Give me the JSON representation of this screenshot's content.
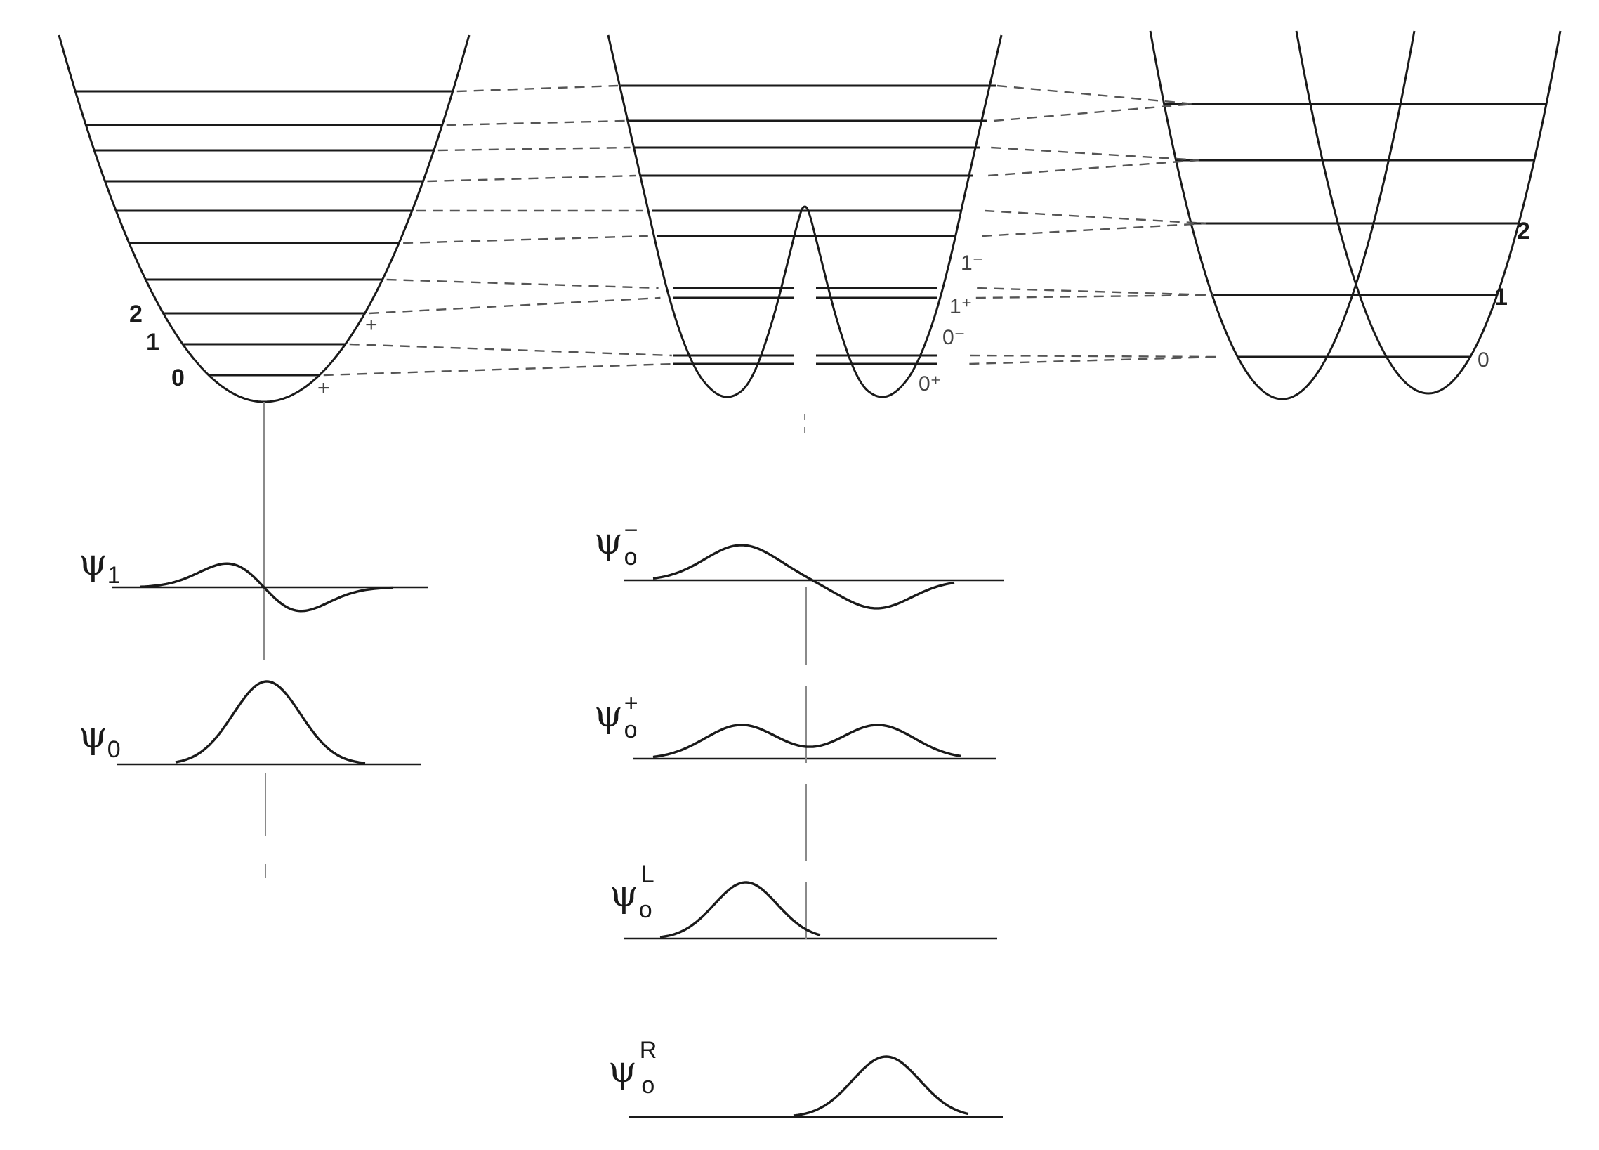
{
  "colors": {
    "ink": "#1a1a1a",
    "dashed": "#555555",
    "grey": "#8a8a8a",
    "background": "#ffffff"
  },
  "left_well": {
    "labels": [
      "2",
      "1",
      "0"
    ],
    "sign_marks": [
      "+",
      "+"
    ]
  },
  "middle_well": {
    "labels": [
      "1⁻",
      "1⁺",
      "0⁻",
      "0⁺"
    ]
  },
  "right_wells": {
    "labels": [
      "2",
      "1",
      "0"
    ]
  },
  "wavefunctions": {
    "psi": "ψ",
    "left": [
      {
        "sub": "1",
        "sup": ""
      },
      {
        "sub": "0",
        "sup": ""
      }
    ],
    "middle": [
      {
        "sub": "o",
        "sup": "−"
      },
      {
        "sub": "o",
        "sup": "+"
      },
      {
        "sub": "o",
        "sup": "L"
      },
      {
        "sub": "o",
        "sup": "R"
      }
    ]
  }
}
